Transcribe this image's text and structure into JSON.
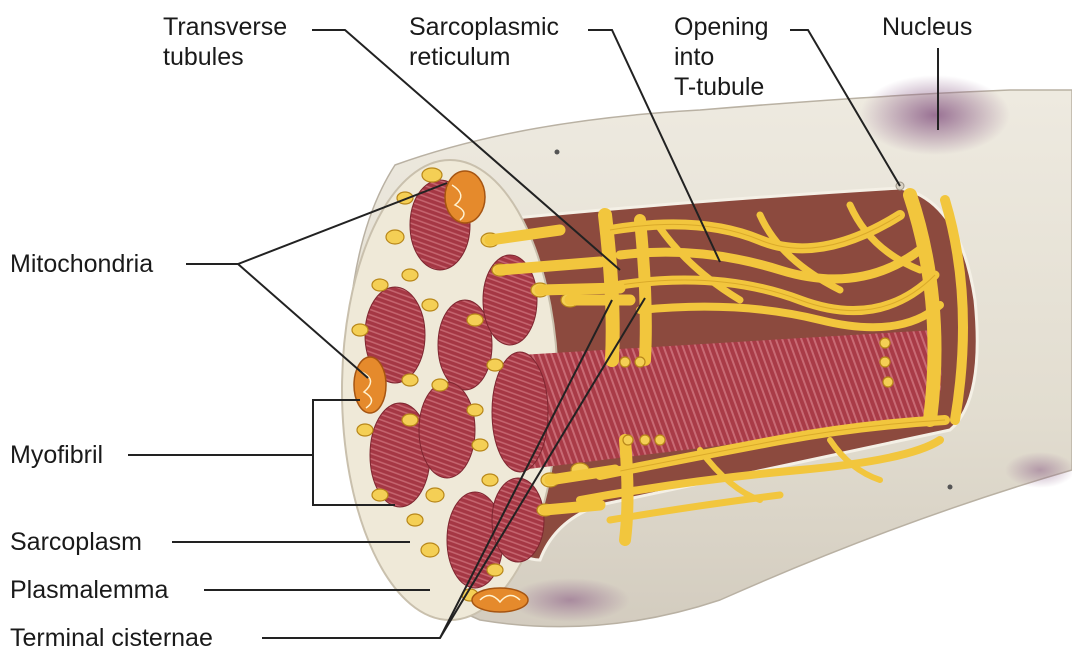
{
  "labels": {
    "transverse_tubules": [
      "Transverse",
      "tubules"
    ],
    "sarcoplasmic_reticulum": [
      "Sarcoplasmic",
      "reticulum"
    ],
    "opening_into_t_tubule": [
      "Opening",
      "into",
      "T-tubule"
    ],
    "nucleus": "Nucleus",
    "mitochondria": "Mitochondria",
    "myofibril": "Myofibril",
    "sarcoplasm": "Sarcoplasm",
    "plasmalemma": "Plasmalemma",
    "terminal_cisternae": "Terminal cisternae"
  },
  "colors": {
    "membrane": "#e6e1d5",
    "membrane_shadow": "#cdc6b8",
    "nucleus": "#8a5c86",
    "myofibril": "#a93b47",
    "myofibril_stripe": "#c86a74",
    "reticulum": "#f2c63d",
    "reticulum_edge": "#c9971e",
    "mitochondria": "#e58a2c",
    "leader_line": "#222222"
  }
}
